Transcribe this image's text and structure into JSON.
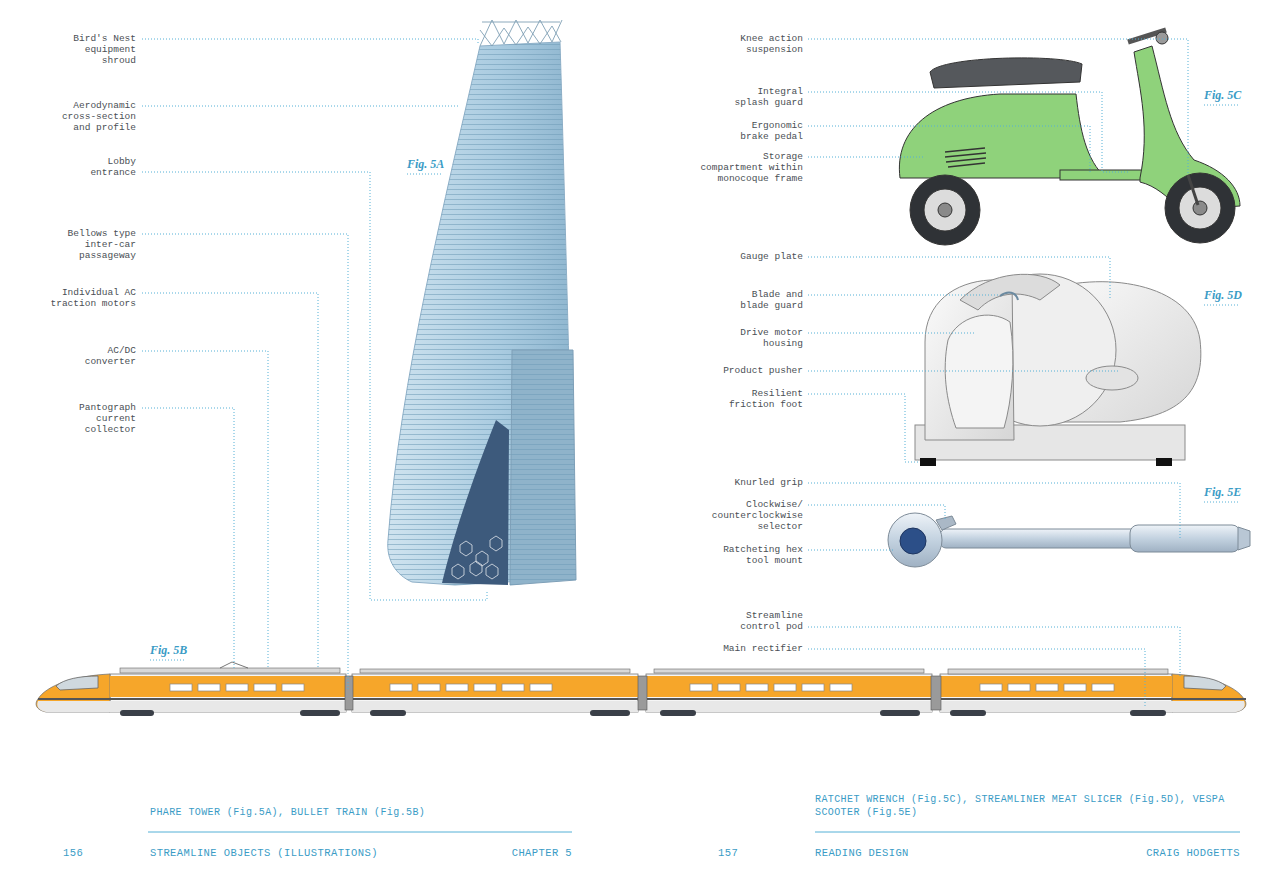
{
  "diagram": {
    "labels": [
      "Bird's Nest equipment shroud",
      "Aerodynamic cross-section and profile",
      "Lobby entrance",
      "Bellows type inter-car passageway",
      "Individual AC traction motors",
      "AC/DC converter",
      "Pantograph current collector",
      "Fig. 5A",
      "Fig. 5B",
      "Knee action suspension",
      "Integral splash guard",
      "Ergonomic brake pedal",
      "Storage compartment within monocoque frame",
      "Fig. 5C",
      "Gauge plate",
      "Blade and blade guard",
      "Drive motor housing",
      "Product pusher",
      "Resilient friction foot",
      "Fig. 5D",
      "Knurled grip",
      "Clockwise/ counterclockwise selector",
      "Ratcheting hex tool mount",
      "Fig. 5E",
      "Streamline control pod",
      "Main rectifier",
      "PHARE TOWER (Fig.5A), BULLET TRAIN (Fig.5B)",
      "RATCHET WRENCH (Fig.5C), STREAMLINER MEAT SLICER (Fig.5D), VESPA SCOOTER (Fig.5E)",
      "156",
      "STREAMLINE OBJECTS (ILLUSTRATIONS)",
      "CHAPTER 5",
      "157",
      "READING DESIGN",
      "CRAIG HODGETTS"
    ]
  }
}
